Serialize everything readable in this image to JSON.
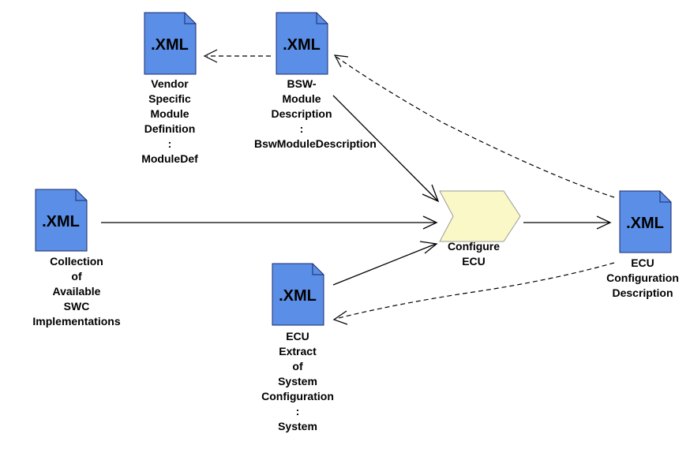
{
  "colors": {
    "document_fill": "#5b8ee6",
    "document_stroke": "#1a2a6a",
    "process_fill": "#fbf8c8",
    "process_stroke": "#9a9a9a",
    "arrow": "#000000",
    "label": "#000000"
  },
  "icons": {
    "document": "xml-document-icon",
    "process": "process-chevron-icon"
  },
  "documents": [
    {
      "id": "vendor",
      "icon_text": ".XML",
      "label_lines": [
        "Vendor",
        "Specific",
        "Module",
        "Definition",
        ":",
        "ModuleDef"
      ]
    },
    {
      "id": "bsw",
      "icon_text": ".XML",
      "label_lines": [
        "BSW-",
        "Module",
        "Description",
        ":",
        "BswModuleDescription"
      ]
    },
    {
      "id": "swc",
      "icon_text": ".XML",
      "label_lines": [
        "Collection",
        "of",
        "Available",
        "SWC",
        "Implementations"
      ]
    },
    {
      "id": "extract",
      "icon_text": ".XML",
      "label_lines": [
        "ECU",
        "Extract",
        "of",
        "System",
        "Configuration",
        ":",
        "System"
      ]
    },
    {
      "id": "ecuconfig",
      "icon_text": ".XML",
      "label_lines": [
        "ECU",
        "Configuration",
        "Description"
      ]
    }
  ],
  "process": {
    "label_lines": [
      "Configure",
      "ECU"
    ]
  },
  "connections": [
    {
      "from": "bsw",
      "to": "vendor",
      "style": "dashed"
    },
    {
      "from": "bsw",
      "to": "configure-ecu",
      "style": "solid"
    },
    {
      "from": "swc",
      "to": "configure-ecu",
      "style": "solid"
    },
    {
      "from": "extract",
      "to": "configure-ecu",
      "style": "solid"
    },
    {
      "from": "configure-ecu",
      "to": "ecuconfig",
      "style": "solid"
    },
    {
      "from": "ecuconfig",
      "to": "bsw",
      "style": "dashed"
    },
    {
      "from": "ecuconfig",
      "to": "extract",
      "style": "dashed"
    }
  ]
}
